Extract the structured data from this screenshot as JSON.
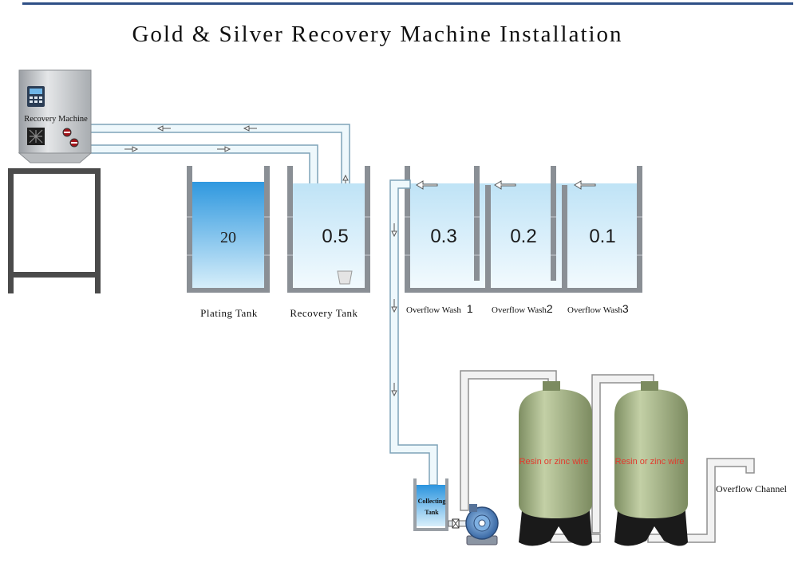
{
  "title": "Gold & Silver Recovery Machine Installation",
  "machine": {
    "label": "Recovery Machine"
  },
  "tanks": [
    {
      "id": "plating",
      "label": "Plating Tank",
      "value": "20"
    },
    {
      "id": "recovery",
      "label": "Recovery Tank",
      "value": "0.5"
    },
    {
      "id": "wash1",
      "label": "Overflow Wash",
      "suffix": "1",
      "value": "0.3"
    },
    {
      "id": "wash2",
      "label": "Overflow Wash",
      "suffix": "2",
      "value": "0.2"
    },
    {
      "id": "wash3",
      "label": "Overflow Wash",
      "suffix": "3",
      "value": "0.1"
    }
  ],
  "collecting_tank": {
    "line1": "Collecting",
    "line2": "Tank"
  },
  "columns": [
    {
      "label": "Resin or zinc wire"
    },
    {
      "label": "Resin or zinc wire"
    }
  ],
  "overflow_channel": {
    "label": "Overflow Channel"
  },
  "colors": {
    "pipe": "#eef8fc",
    "pipe_stroke": "#7ea3b8",
    "tank_wall": "#8a8f95",
    "water_deep": "#3a9fe0",
    "water_light": "#cfe9f7",
    "column": "#a4b486",
    "column_base": "#1a1a1a",
    "resin_text": "#e23b2e",
    "top_rule": "#2e4f86"
  }
}
